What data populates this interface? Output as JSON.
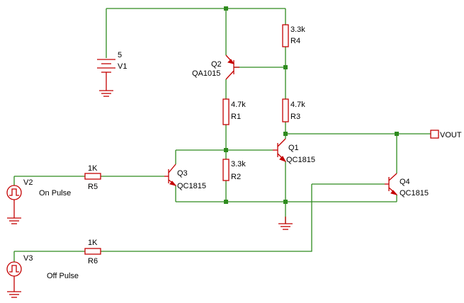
{
  "sources": {
    "v1": {
      "name": "V1",
      "value": "5"
    },
    "v2": {
      "name": "V2",
      "desc": "On Pulse"
    },
    "v3": {
      "name": "V3",
      "desc": "Off Pulse"
    }
  },
  "resistors": {
    "r1": {
      "name": "R1",
      "value": "4.7k"
    },
    "r2": {
      "name": "R2",
      "value": "3.3k"
    },
    "r3": {
      "name": "R3",
      "value": "4.7k"
    },
    "r4": {
      "name": "R4",
      "value": "3.3k"
    },
    "r5": {
      "name": "R5",
      "value": "1K"
    },
    "r6": {
      "name": "R6",
      "value": "1K"
    }
  },
  "transistors": {
    "q1": {
      "name": "Q1",
      "part": "QC1815"
    },
    "q2": {
      "name": "Q2",
      "part": "QA1015"
    },
    "q3": {
      "name": "Q3",
      "part": "QC1815"
    },
    "q4": {
      "name": "Q4",
      "part": "QC1815"
    }
  },
  "port": {
    "label": "VOUT"
  },
  "colors": {
    "wire": "#2e8b1e",
    "component": "#c40000",
    "text": "#000000"
  }
}
